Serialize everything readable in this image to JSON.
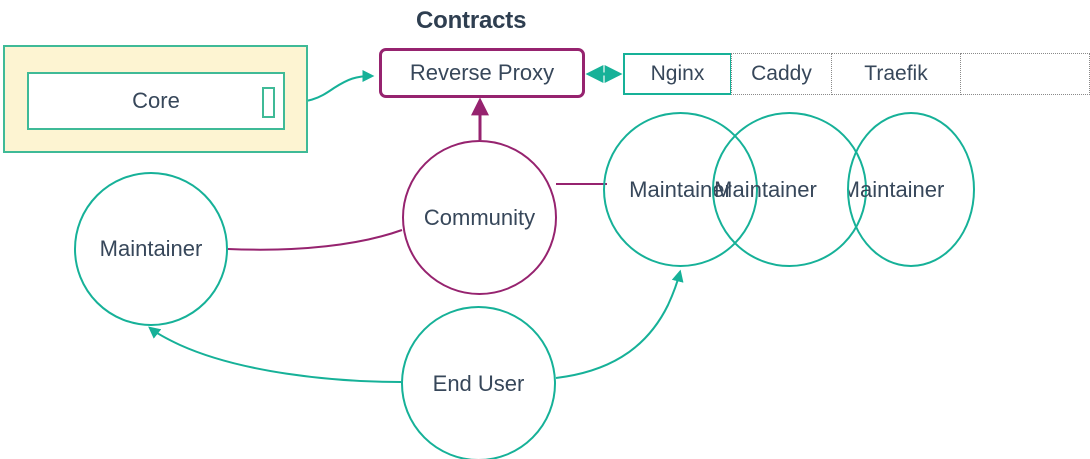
{
  "diagram": {
    "type": "architecture-flow",
    "section_title": "Contracts",
    "colors": {
      "teal": "#16b198",
      "teal_light": "#3fba97",
      "purple": "#96236f",
      "text": "#37475a",
      "cluster_fill": "#fdf4d2",
      "dotted_border": "#8a8a8a",
      "background": "#ffffff"
    },
    "cluster": {
      "name": "core-cluster",
      "fill": "#fdf4d2",
      "border": "#3fba97",
      "node": {
        "label": "Core",
        "shape": "rectangle"
      },
      "port": {
        "label": "",
        "shape": "small-rectangle"
      }
    },
    "boxes": [
      {
        "id": "reverse-proxy",
        "label": "Reverse Proxy",
        "shape": "rounded-rect",
        "border": "#96236f"
      }
    ],
    "options_table": {
      "name": "proxy-options-table",
      "cells": [
        {
          "label": "Nginx",
          "selected": true,
          "border_style": "solid"
        },
        {
          "label": "Caddy",
          "selected": false,
          "border_style": "dotted"
        },
        {
          "label": "Traefik",
          "selected": false,
          "border_style": "dotted"
        },
        {
          "label": "",
          "selected": false,
          "border_style": "dotted"
        }
      ]
    },
    "circles": [
      {
        "id": "maintainer-left",
        "label": "Maintainer",
        "color": "#16b198"
      },
      {
        "id": "community",
        "label": "Community",
        "color": "#96236f"
      },
      {
        "id": "end-user",
        "label": "End User",
        "color": "#16b198"
      },
      {
        "id": "maintainer-1",
        "label": "Maintainer",
        "color": "#16b198"
      },
      {
        "id": "maintainer-2",
        "label": "Maintainer",
        "color": "#16b198"
      },
      {
        "id": "maintainer-3",
        "label": "Maintainer",
        "color": "#16b198"
      }
    ],
    "edges": [
      {
        "from": "core-port",
        "to": "reverse-proxy",
        "arrow": "single",
        "color": "#16b198"
      },
      {
        "from": "reverse-proxy",
        "to": "nginx",
        "arrow": "double",
        "color": "#16b198"
      },
      {
        "from": "community",
        "to": "reverse-proxy",
        "arrow": "single",
        "color": "#96236f"
      },
      {
        "from": "community",
        "to": "maintainer-left",
        "arrow": "none",
        "color": "#96236f"
      },
      {
        "from": "community",
        "to": "maintainer-1",
        "arrow": "none",
        "color": "#96236f"
      },
      {
        "from": "end-user",
        "to": "maintainer-left",
        "arrow": "single",
        "color": "#16b198"
      },
      {
        "from": "end-user",
        "to": "maintainer-1",
        "arrow": "single",
        "color": "#16b198"
      }
    ]
  }
}
